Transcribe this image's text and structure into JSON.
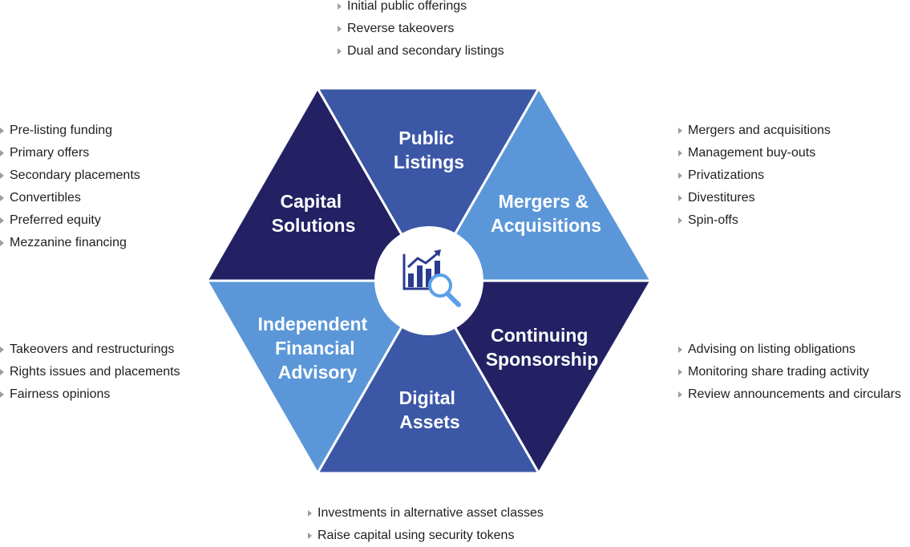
{
  "colors": {
    "dark": "#232164",
    "mid": "#3c57a6",
    "light": "#5b97d8",
    "icon": "#2b3b8f",
    "glass": "#5aa0e8"
  },
  "center_icon": "chart-magnifier-icon",
  "segments": {
    "public_listings": {
      "line1": "Public",
      "line2": "Listings"
    },
    "mergers": {
      "line1": "Mergers &",
      "line2": "Acquisitions"
    },
    "continuing": {
      "line1": "Continuing",
      "line2": "Sponsorship"
    },
    "digital": {
      "line1": "Digital",
      "line2": "Assets"
    },
    "advisory": {
      "line1": "Independent",
      "line2": "Financial",
      "line3": "Advisory"
    },
    "capital": {
      "line1": "Capital",
      "line2": "Solutions"
    }
  },
  "lists": {
    "top": [
      "Initial public offerings",
      "Reverse takeovers",
      "Dual and secondary listings"
    ],
    "upper_left": [
      "Pre-listing funding",
      "Primary offers",
      "Secondary placements",
      "Convertibles",
      "Preferred equity",
      "Mezzanine financing"
    ],
    "upper_right": [
      "Mergers and acquisitions",
      "Management buy-outs",
      "Privatizations",
      "Divestitures",
      "Spin-offs"
    ],
    "lower_left": [
      "Takeovers and restructurings",
      "Rights issues and placements",
      "Fairness opinions"
    ],
    "lower_right": [
      "Advising on listing obligations",
      "Monitoring share trading activity",
      "Review announcements and circulars"
    ],
    "bottom": [
      "Investments in alternative asset classes",
      "Raise capital using security tokens"
    ]
  }
}
